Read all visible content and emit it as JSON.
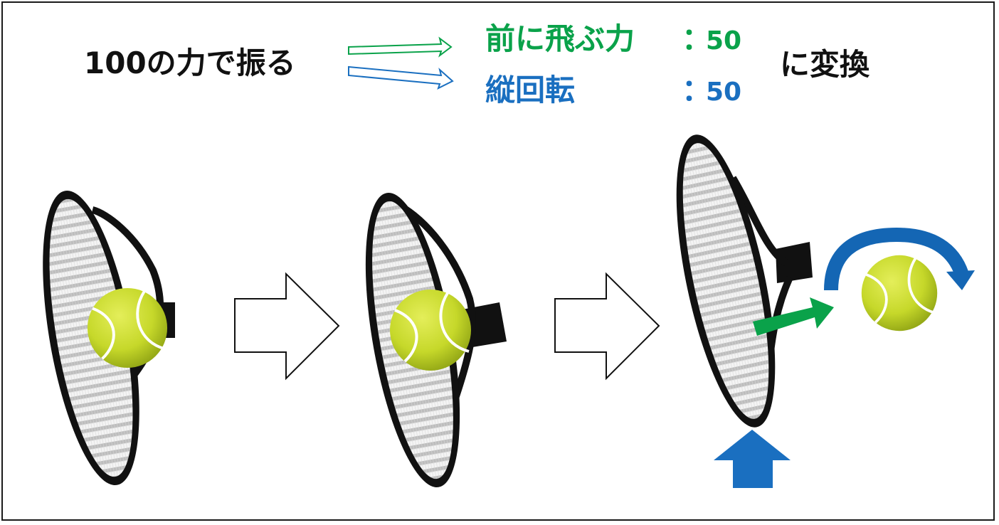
{
  "header": {
    "swing_text": "100の力で振る",
    "forward_label": "前に飛ぶ力",
    "forward_colon": "：",
    "forward_value": "50",
    "spin_label": "縦回転",
    "spin_colon": "：",
    "spin_value": "50",
    "convert_text": "に変換"
  },
  "colors": {
    "green": "#0aa24a",
    "blue": "#1a6fc0",
    "ball": "#c8dc2a",
    "frame": "#111111"
  },
  "icons": [
    "tennis-racket-icon",
    "tennis-ball-icon",
    "outline-arrow-icon",
    "green-arrow-icon",
    "blue-up-arrow-icon",
    "curved-spin-arrow-icon"
  ]
}
